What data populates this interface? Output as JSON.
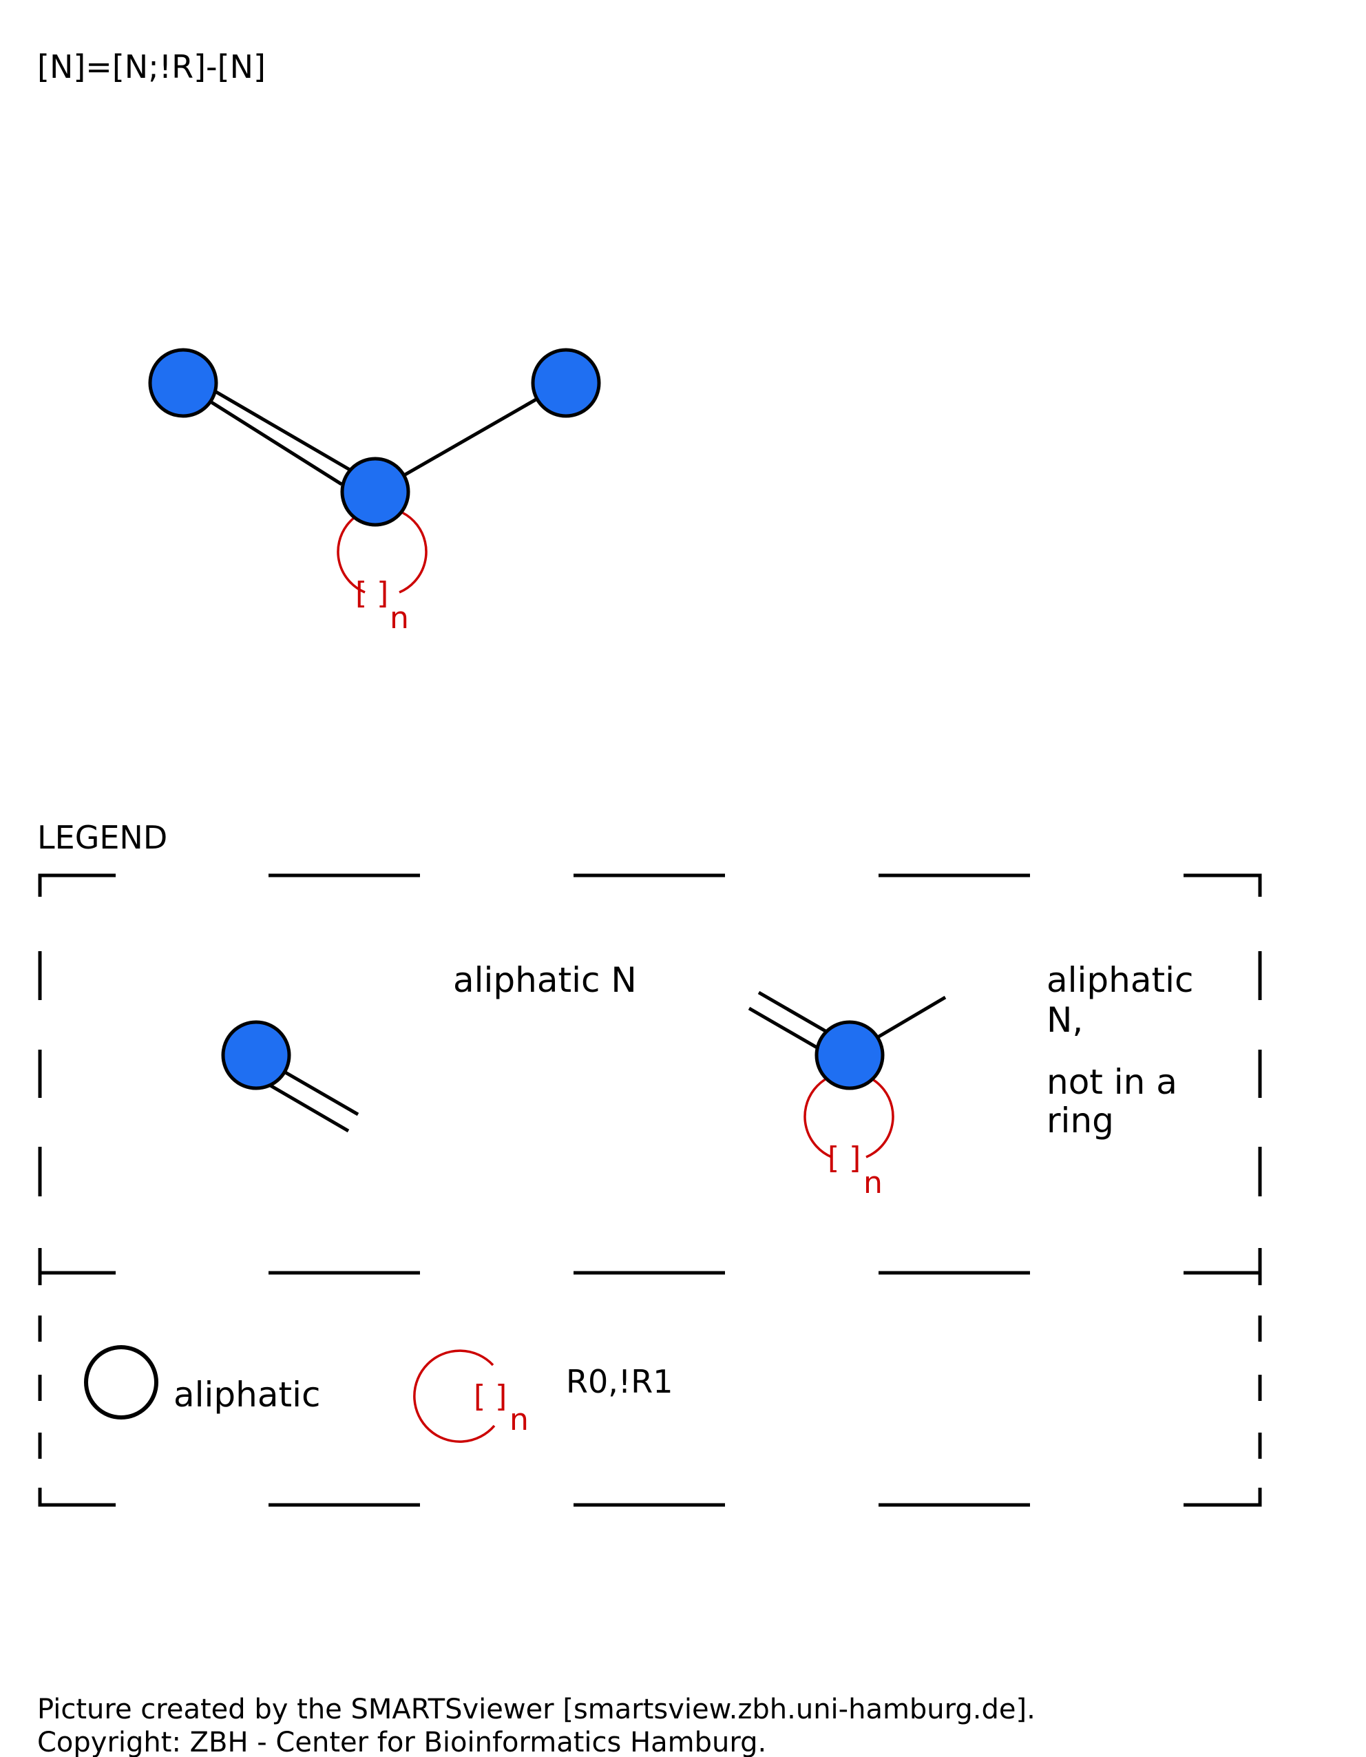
{
  "smarts": "[N]=[N;!R]-[N]",
  "legend": {
    "heading": "LEGEND",
    "entries": [
      {
        "description": "aliphatic N"
      },
      {
        "description_lines": [
          "aliphatic",
          "N,",
          "not in a",
          "ring"
        ]
      }
    ],
    "key": {
      "aliphatic_label": "aliphatic",
      "ring_label": "R0,!R1",
      "ring_bracket": "[ ]",
      "ring_subscript": "n"
    }
  },
  "molecule": {
    "ring_bracket": "[ ]",
    "ring_subscript": "n"
  },
  "footer": {
    "line1": "Picture created by the SMARTSviewer [smartsview.zbh.uni-hamburg.de].",
    "line2": "Copyright: ZBH - Center for Bioinformatics Hamburg."
  },
  "colors": {
    "atom_fill": "#1f6ff2",
    "ring_stroke": "#cc0000",
    "bond_stroke": "#000000"
  }
}
